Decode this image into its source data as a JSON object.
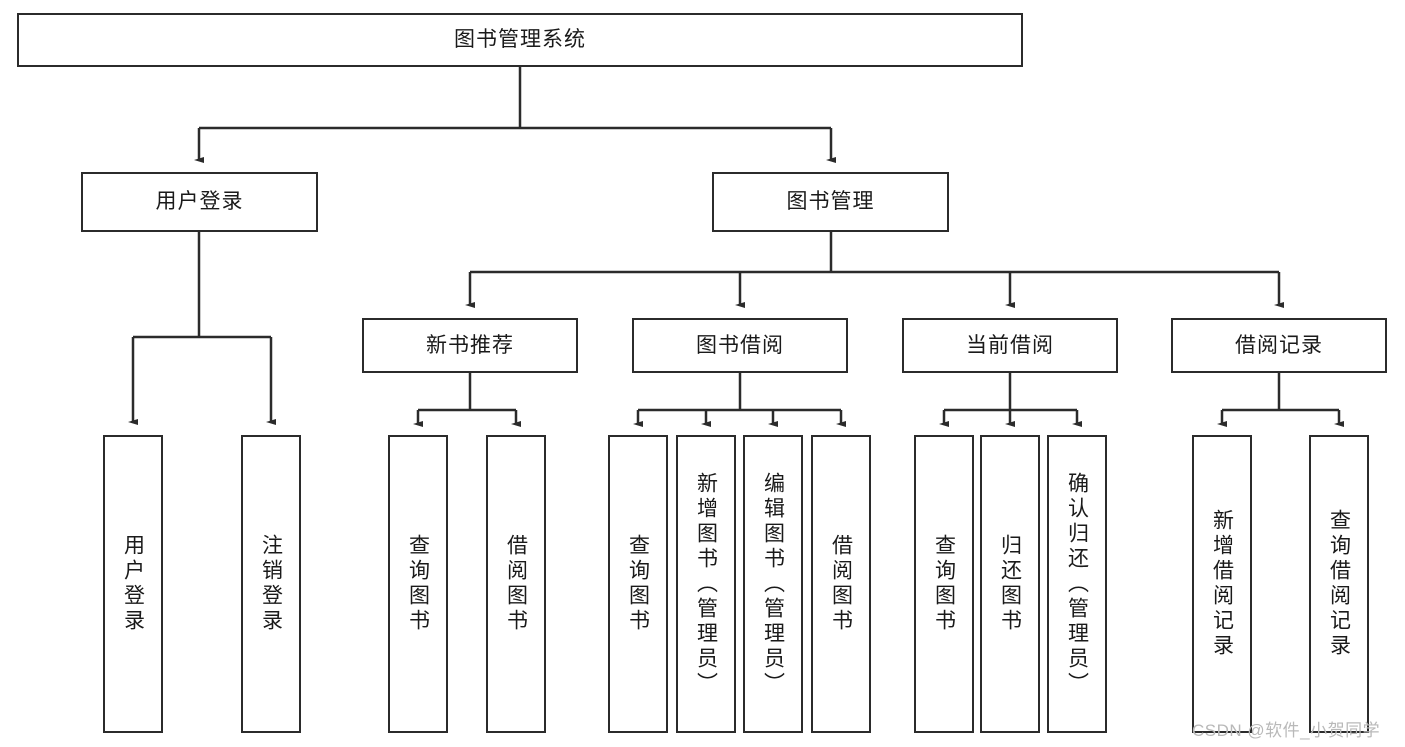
{
  "diagram": {
    "title": "图书管理系统",
    "type": "tree",
    "background": "#ffffff",
    "border_color": "#2b2b2b",
    "text_color": "#1a1a1a"
  },
  "root": {
    "label": "图书管理系统"
  },
  "level2": [
    {
      "label": "用户登录"
    },
    {
      "label": "图书管理"
    }
  ],
  "level3": [
    {
      "label": "新书推荐"
    },
    {
      "label": "图书借阅"
    },
    {
      "label": "当前借阅"
    },
    {
      "label": "借阅记录"
    }
  ],
  "leaves": {
    "user_login": [
      {
        "label": "用户登录"
      },
      {
        "label": "注销登录"
      }
    ],
    "new_book": [
      {
        "label": "查询图书"
      },
      {
        "label": "借阅图书"
      }
    ],
    "borrow_book": [
      {
        "label": "查询图书"
      },
      {
        "label": "新增图书（管理员）"
      },
      {
        "label": "编辑图书（管理员）"
      },
      {
        "label": "借阅图书"
      }
    ],
    "current_borrow": [
      {
        "label": "查询图书"
      },
      {
        "label": "归还图书"
      },
      {
        "label": "确认归还（管理员）"
      }
    ],
    "borrow_record": [
      {
        "label": "新增借阅记录"
      },
      {
        "label": "查询借阅记录"
      }
    ]
  },
  "watermark": {
    "text": "CSDN @软件_小贺同学",
    "color": "#b9b9b9"
  }
}
